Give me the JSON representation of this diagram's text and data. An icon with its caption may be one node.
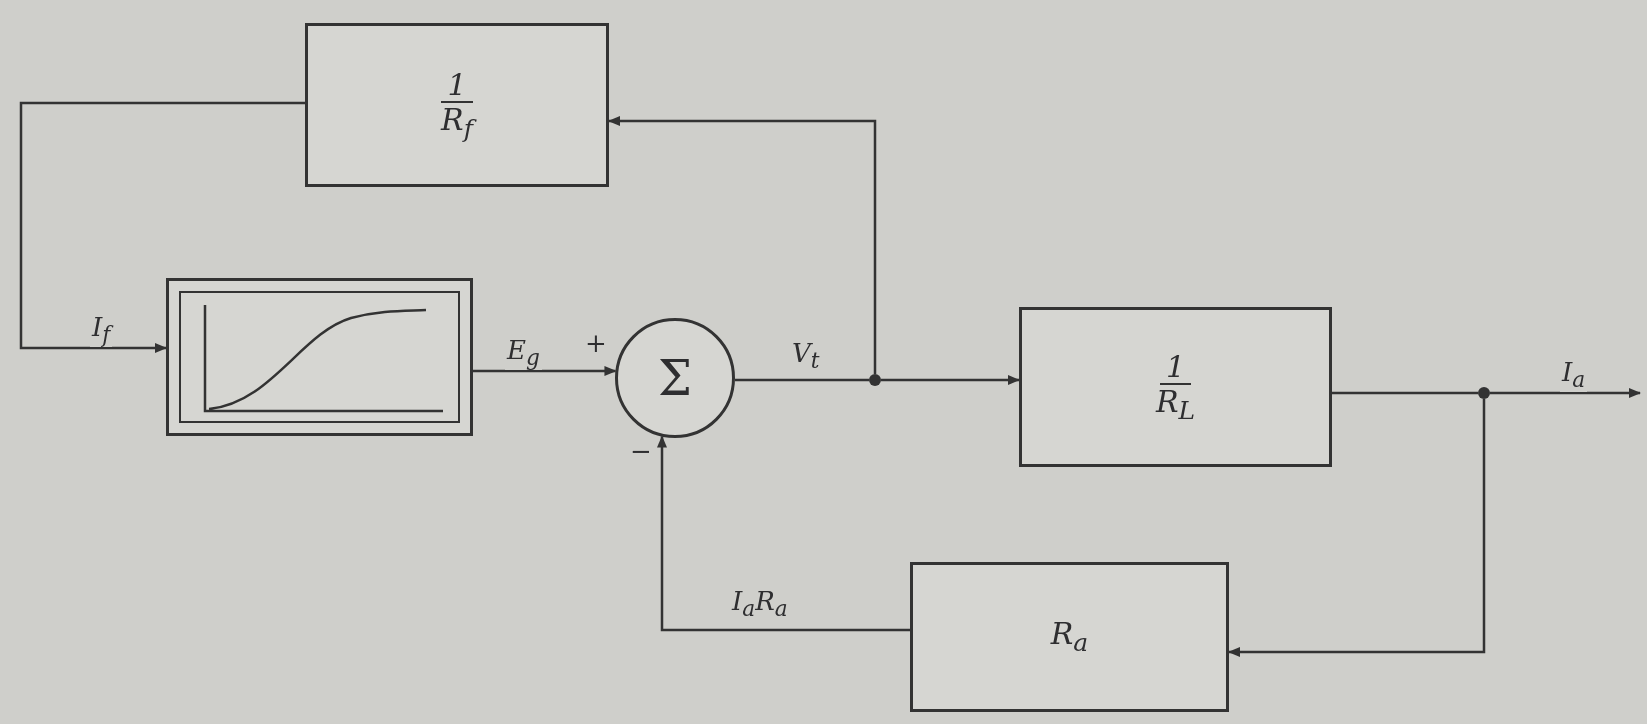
{
  "diagram": {
    "nodes": [
      {
        "text": [
          "1",
          "R$_{f}$"
        ]
      },
      {
        "text": [],
        "shape": "picture"
      },
      {
        "text": [
          "Σ"
        ]
      },
      {
        "text": [],
        "shape": "circle"
      },
      {
        "text": [
          "1",
          "R$_{L}$"
        ]
      },
      {
        "text": [],
        "shape": "circle"
      },
      {
        "text": [
          "R$_{a}$"
        ]
      }
    ],
    "edges": [
      {
        "from": 3,
        "to": 0,
        "arrow": "to"
      },
      {
        "from": 0,
        "to": 1,
        "arrow": "to",
        "label": "I$_{f}$"
      },
      {
        "from": 1,
        "to": 2,
        "arrow": "to",
        "label": "E$_{g}$"
      },
      {
        "from": 2,
        "to": 3,
        "arrow": "none",
        "label": "V$_{t}$"
      },
      {
        "from": 3,
        "to": 4,
        "arrow": "to"
      },
      {
        "from": 4,
        "to": 5,
        "arrow": "none"
      },
      {
        "from": 5,
        "to": null,
        "arrow": "to",
        "label": "I$_{a}$"
      },
      {
        "from": 5,
        "to": 6,
        "arrow": "to"
      },
      {
        "from": 6,
        "to": 2,
        "arrow": "to",
        "label": "I$_{a}$R$_{a}$"
      }
    ],
    "labels": [
      "+",
      "−"
    ]
  }
}
